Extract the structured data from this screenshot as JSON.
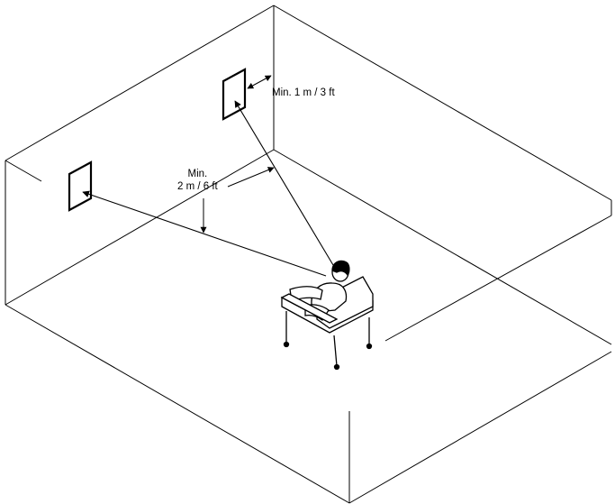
{
  "annotations": {
    "wall_clearance": "Min. 1 m / 3 ft",
    "listener_distance_line1": "Min.",
    "listener_distance_line2": "2 m / 6 ft"
  },
  "colors": {
    "line": "#000000",
    "background": "#ffffff"
  }
}
